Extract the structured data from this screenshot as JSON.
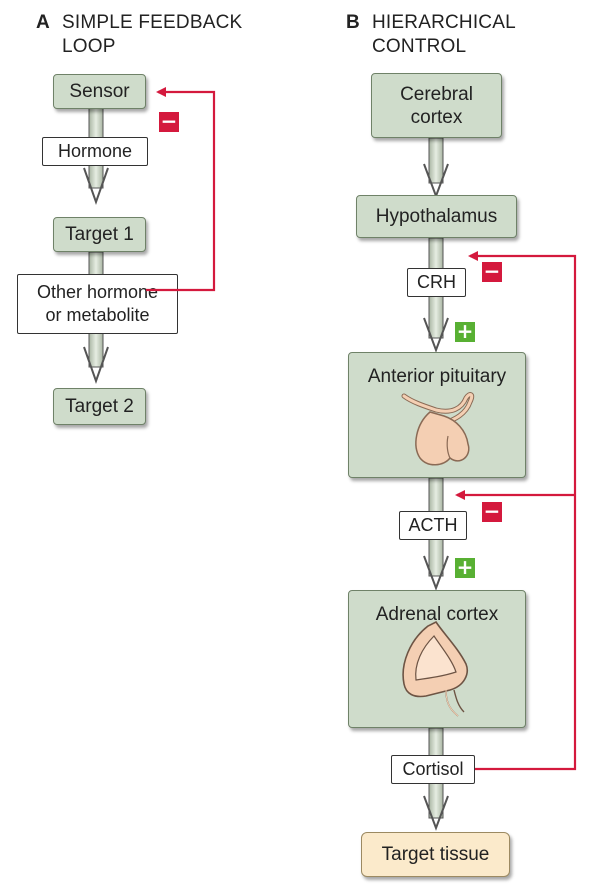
{
  "panel_a": {
    "letter": "A",
    "title_line1": "SIMPLE FEEDBACK",
    "title_line2": "LOOP",
    "sensor": "Sensor",
    "hormone": "Hormone",
    "target1": "Target 1",
    "other_line1": "Other hormone",
    "other_line2": "or metabolite",
    "target2": "Target 2",
    "feedback_sign": "−"
  },
  "panel_b": {
    "letter": "B",
    "title_line1": "HIERARCHICAL",
    "title_line2": "CONTROL",
    "cerebral_line1": "Cerebral",
    "cerebral_line2": "cortex",
    "hypothalamus": "Hypothalamus",
    "crh": "CRH",
    "anterior_pituitary": "Anterior pituitary",
    "acth": "ACTH",
    "adrenal_cortex": "Adrenal cortex",
    "cortisol": "Cortisol",
    "target_tissue": "Target tissue",
    "negative_sign": "−",
    "positive_sign": "+"
  },
  "colors": {
    "box_fill": "#cfdccb",
    "arrow_fill": "#d8e2d3",
    "feedback_line": "#d4193d",
    "negative_badge": "#d4193d",
    "positive_badge": "#58b033",
    "target_tissue_fill": "#fbeacb",
    "gland_fill": "#f4cfb3"
  }
}
